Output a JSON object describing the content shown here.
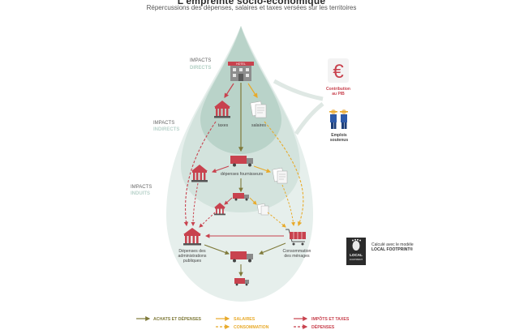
{
  "header": {
    "title": "L'empreinte socio-économique",
    "subtitle": "Répercussions des dépenses, salaires et taxes versées sur les territoires"
  },
  "levels": {
    "direct": {
      "main": "IMPACTS",
      "sub": "DIRECTS"
    },
    "indirect": {
      "main": "IMPACTS",
      "sub": "INDIRECTS"
    },
    "induced": {
      "main": "IMPACTS",
      "sub": "INDUITS"
    }
  },
  "nodes": {
    "hotel_sign": "HOTEL",
    "taxes": "taxes",
    "salaries": "salaires",
    "suppliers": "dépenses fournisseurs",
    "admin_line1": "Dépenses des",
    "admin_line2": "administrations",
    "admin_line3": "publiques",
    "household_line1": "Consommation",
    "household_line2": "des ménages"
  },
  "side": {
    "gdp_line1": "Contribution",
    "gdp_line2": "au PIB",
    "jobs_line1": "Emplois",
    "jobs_line2": "soutenus",
    "local_line1": "LOCAL",
    "local_line2": "FOOTPRINT",
    "model_line1": "Calculé avec le modèle",
    "model_line2": "LOCAL FOOTPRINT®"
  },
  "legend": [
    {
      "label": "ACHATS ET DÉPENSES"
    },
    {
      "label": "SALAIRES"
    },
    {
      "label": "CONSOMMATION"
    },
    {
      "label": "IMPÔTS ET TAXES"
    },
    {
      "label": "DÉPENSES"
    }
  ],
  "colors": {
    "purchases": "#7f7a3a",
    "salaries": "#e8aa2a",
    "taxes": "#c8424e",
    "drop_outer": "#e6efec",
    "drop_mid": "#d1e2dc",
    "drop_inner": "#b7d2c8"
  }
}
